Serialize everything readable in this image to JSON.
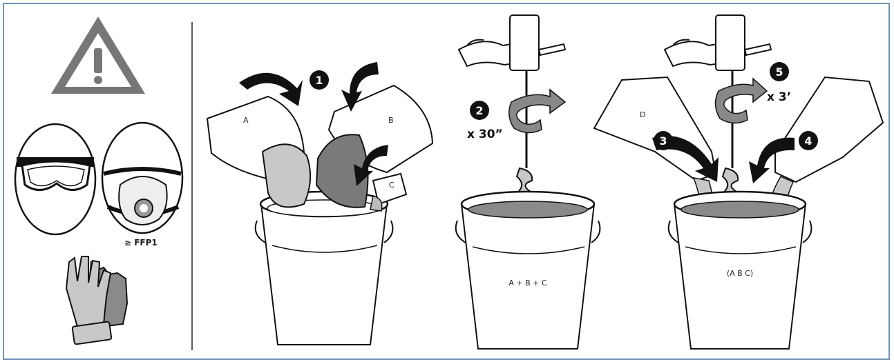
{
  "safety": {
    "respirator_label": "≥ FFP1"
  },
  "steps": {
    "step1": "1",
    "step2": "2",
    "step3": "3",
    "step4": "4",
    "step5": "5"
  },
  "labels": {
    "bag_a": "A",
    "bag_b": "B",
    "bag_c": "C",
    "bag_d": "D",
    "bucket_mid": "A + B + C",
    "bucket_right": "(A B C)",
    "time_step2": "x 30”",
    "time_step5": "x 3’"
  },
  "colors": {
    "frame": "#6f95b8",
    "light_fill": "#c8c8c8",
    "dark_fill": "#7a7a7a",
    "liquid": "#8a8a8a",
    "ink": "#111111"
  }
}
